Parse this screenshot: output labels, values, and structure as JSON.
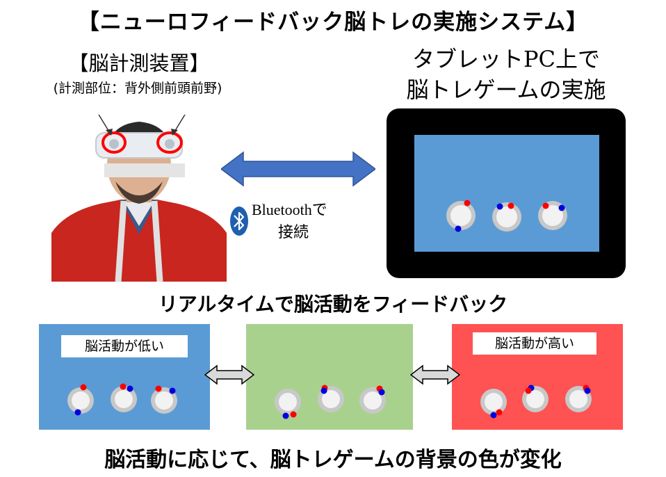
{
  "title": "【ニューロフィードバック脳トレの実施システム】",
  "device": {
    "title": "【脳計測装置】",
    "subtitle": "(計測部位：背外側前頭前野)"
  },
  "tablet_caption": {
    "line1": "タブレットPC上で",
    "line2": "脳トレゲームの実施"
  },
  "bluetooth": {
    "line1": "Bluetoothで",
    "line2": "接続",
    "icon": "bluetooth-icon"
  },
  "mid_caption": "リアルタイムで脳活動をフィードバック",
  "panels": {
    "low": {
      "label": "脳活動が低い",
      "color": "#5b9bd5"
    },
    "mid": {
      "color": "#a9d18e"
    },
    "high": {
      "label": "脳活動が高い",
      "color": "#ff5252"
    }
  },
  "bottom_caption": "脳活動に応じて、脳トレゲームの背景の色が変化",
  "colors": {
    "tablet_bezel": "#000000",
    "tablet_screen": "#5b9bd5",
    "arrow_fill": "#4472c4",
    "dot_red": "#ff0000",
    "dot_blue": "#0000e0",
    "target_outer": "#c8c8c8",
    "target_inner": "#f2f2f2",
    "headband_ring": "#ff0000"
  }
}
